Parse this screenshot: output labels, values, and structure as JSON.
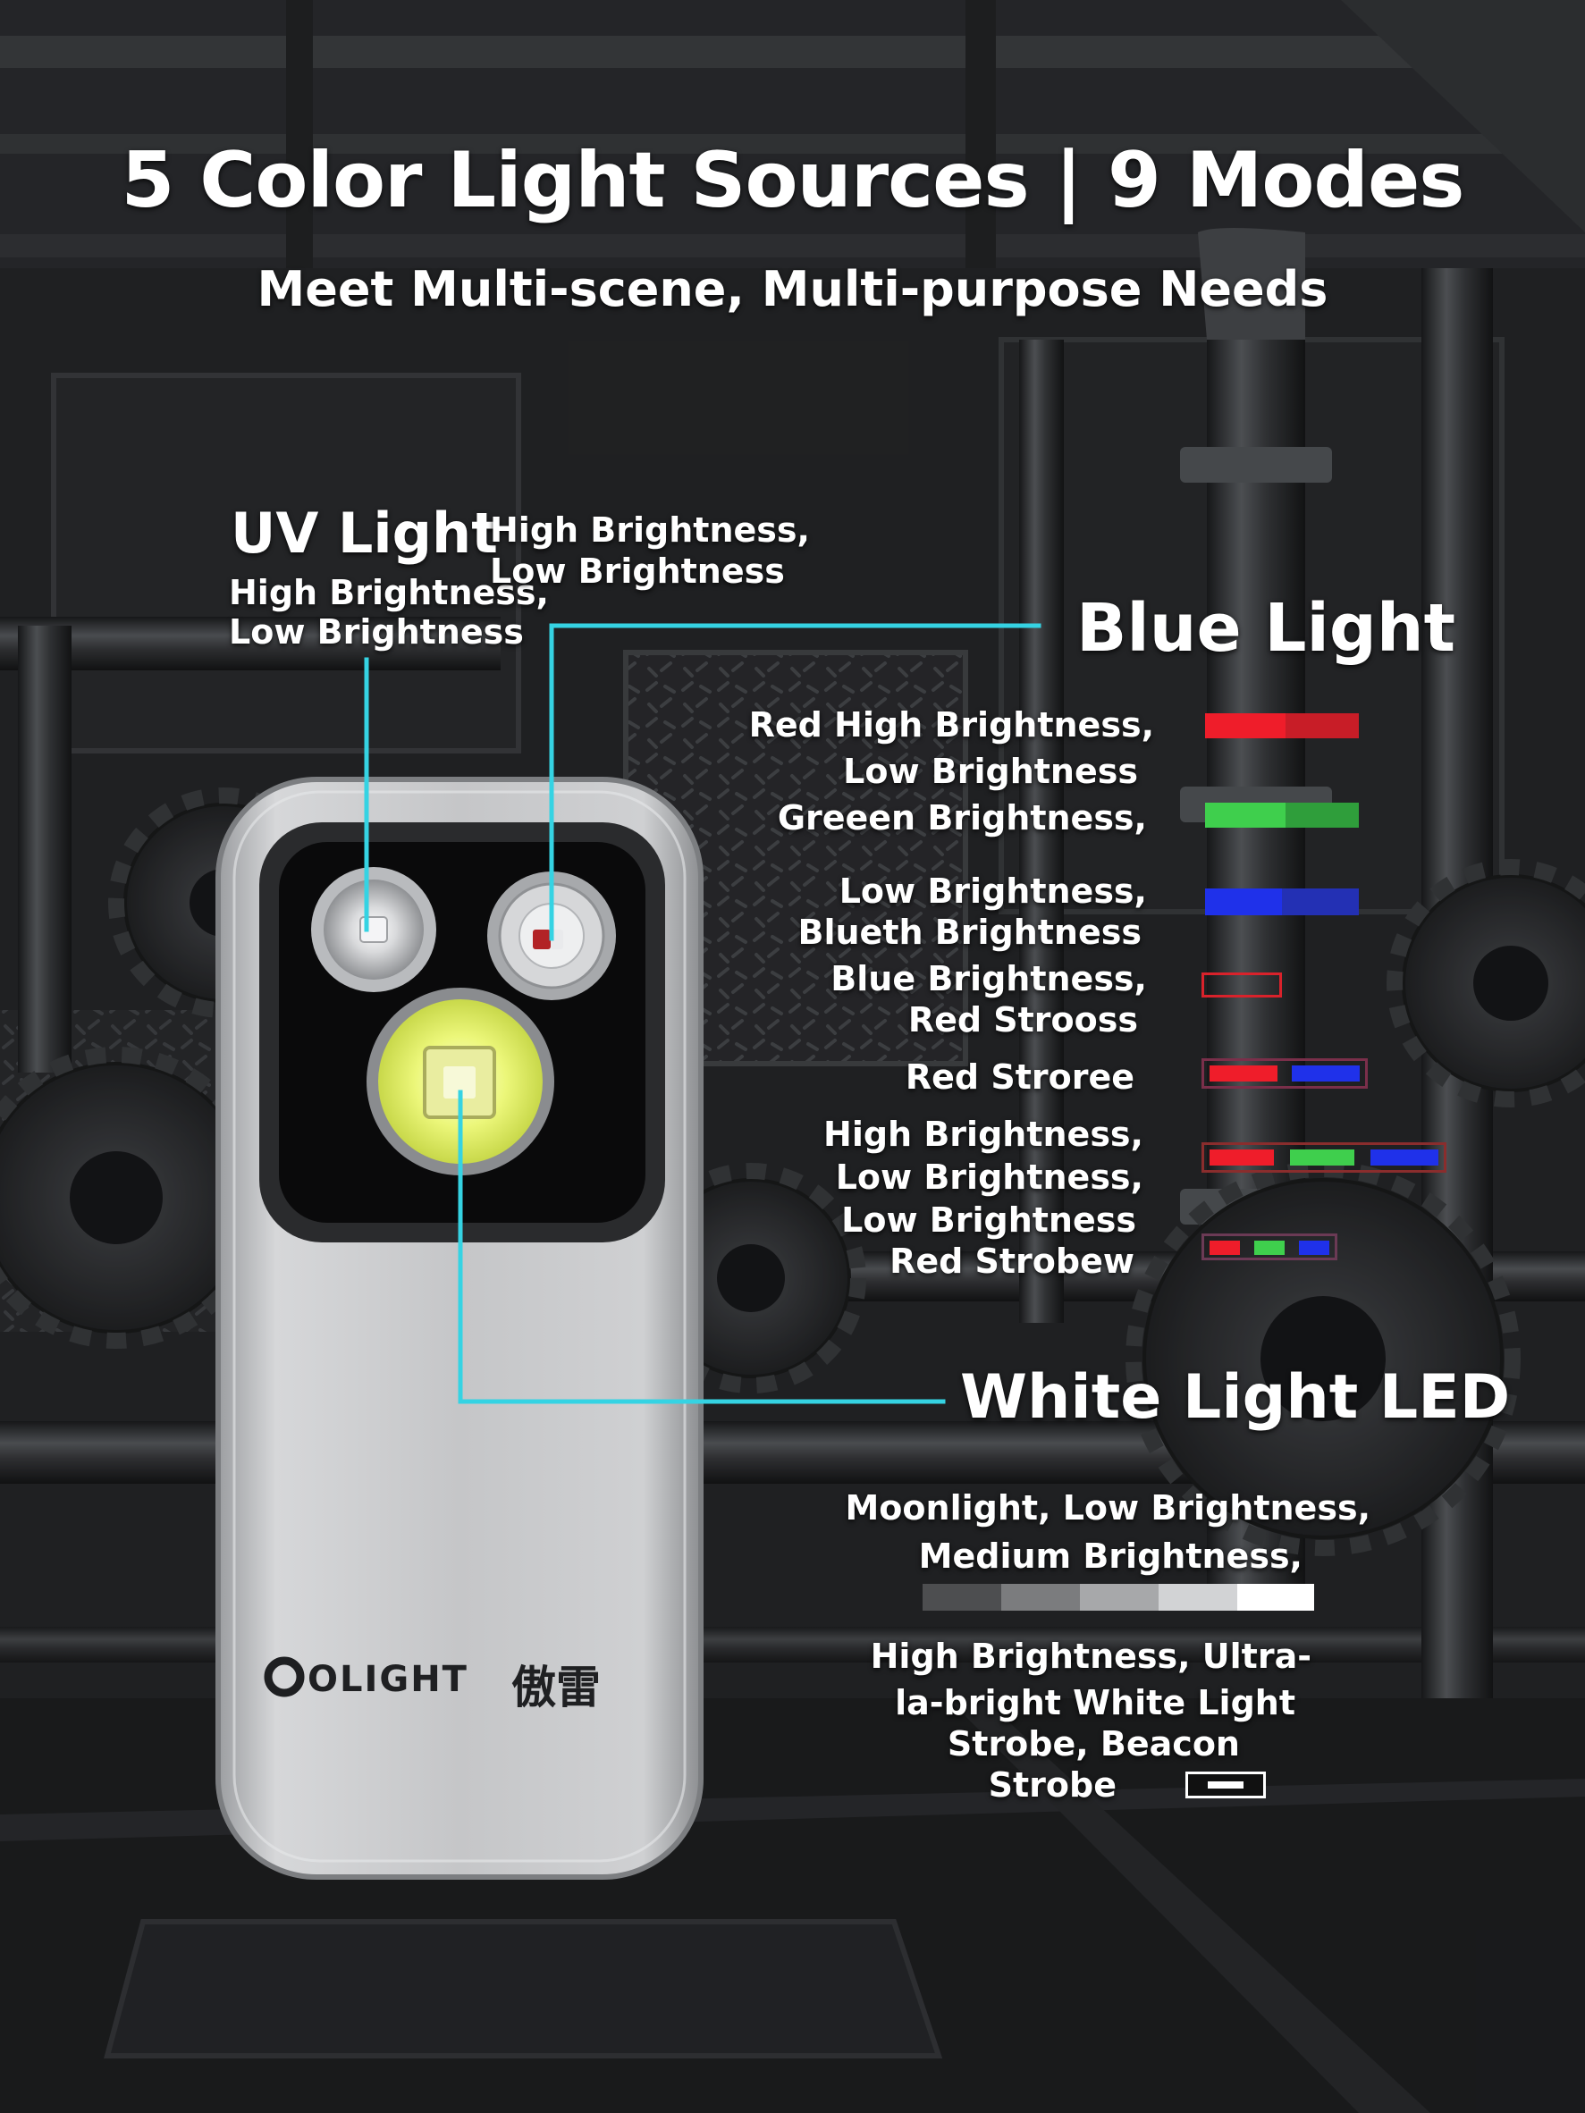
{
  "header": {
    "title": "5 Color Light Sources | 9 Modes",
    "subtitle": "Meet Multi-scene, Multi-purpose Needs"
  },
  "uv": {
    "title": "UV Light",
    "modes_line1": "High Brightness,",
    "modes_line2": "Low Brightness"
  },
  "red_led_modes": {
    "line1": "High Brightness,",
    "line2": "Low Brightness"
  },
  "blue": {
    "title": "Blue Light",
    "lines": [
      "Red High Brightness,",
      "Low Brightness",
      "Greeen  Brightness,",
      "Low Brightness,",
      "Blueth Brightness",
      "Blue Brightness,",
      "Red Strooss",
      "Red Stroree",
      "High Brightness,",
      "Low Brightness,",
      "Low Brightness",
      "Red Strobew"
    ]
  },
  "white": {
    "title": "White Light LED",
    "line1": "Moonlight, Low Brightness,",
    "line2": "Medium Brightness,",
    "line3": "High Brightness, Ultra-",
    "line4": "la-bright White Light",
    "line5": "Strobe, Beacon",
    "line6": "Strobe"
  },
  "device": {
    "brand": "OLIGHT",
    "brand_cn": "傲雷"
  },
  "colors": {
    "accent_line": "#35d3e3",
    "red": "#e8202a",
    "green": "#38c04a",
    "blue": "#1d2fe0",
    "body_metal": "#c9cacc"
  },
  "icons": [
    "olight-logo-icon",
    "uv-led-icon",
    "red-led-icon",
    "white-led-icon"
  ]
}
